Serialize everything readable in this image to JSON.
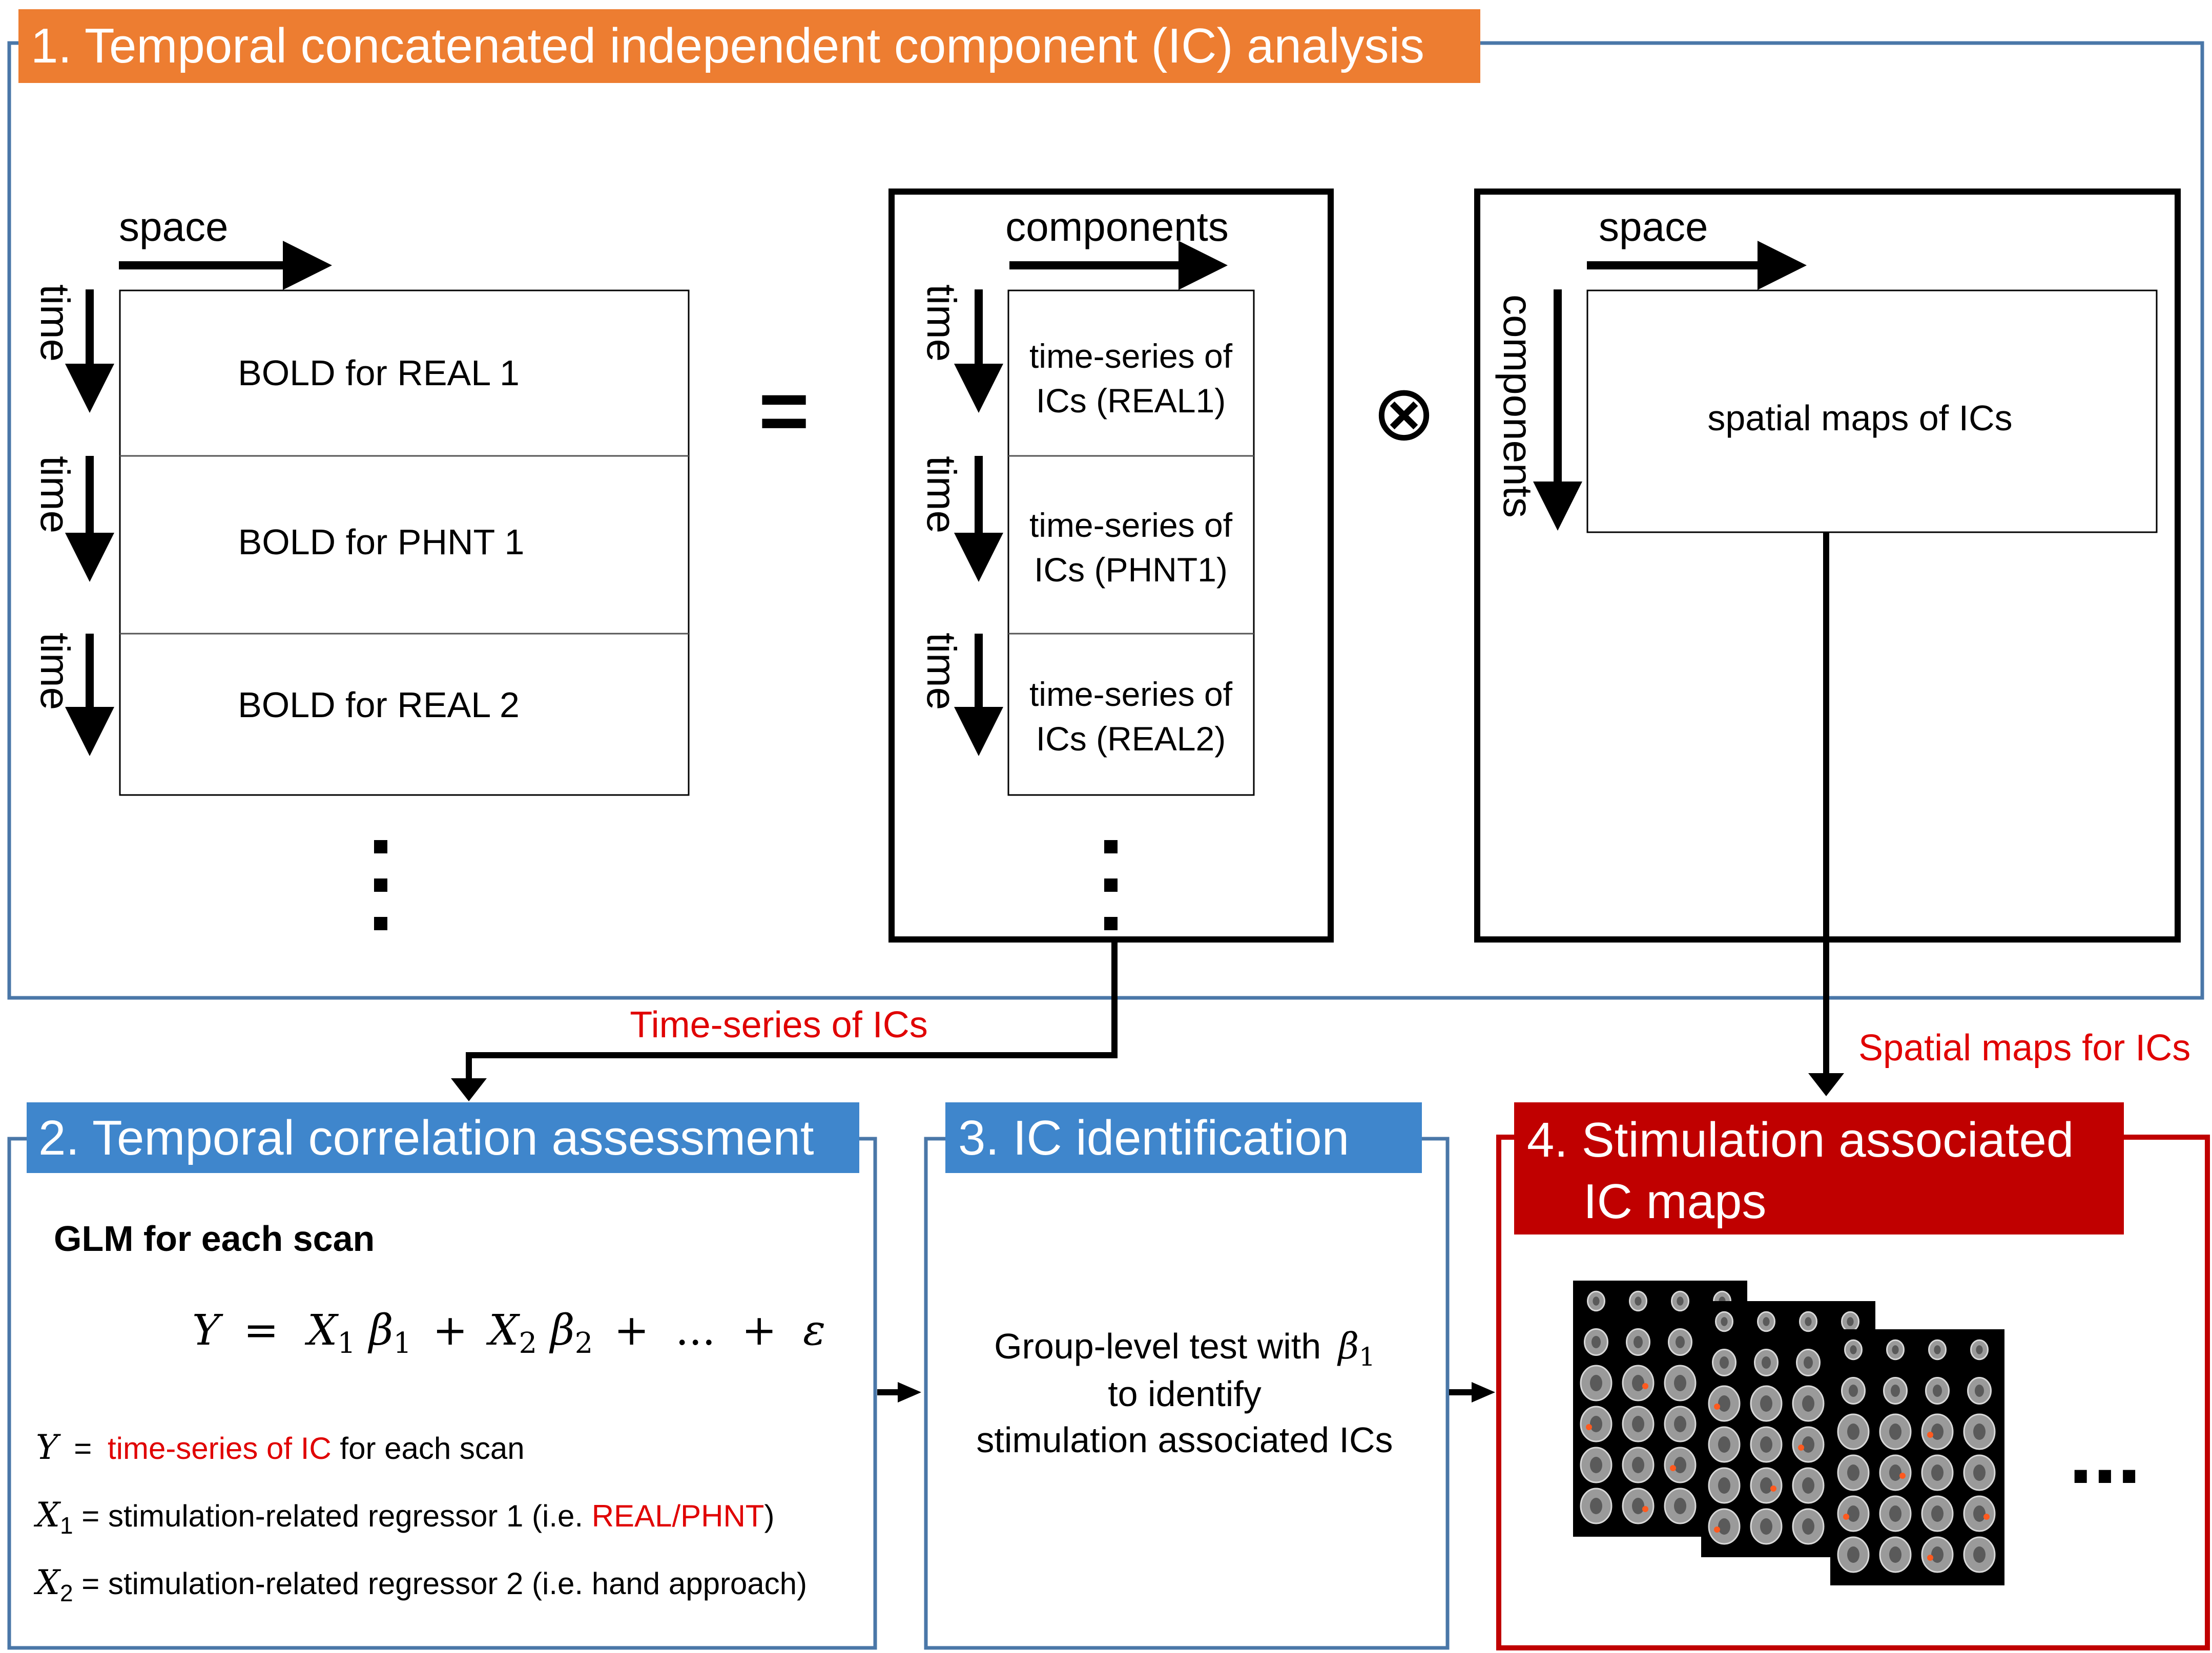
{
  "colors": {
    "orange": "#ED7D31",
    "blue_frame": "#4A77A8",
    "blue_header": "#3F86CC",
    "red_frame": "#C00000",
    "red_text": "#E00000",
    "black": "#000000"
  },
  "section1": {
    "title": "1. Temporal concatenated independent component (IC) analysis",
    "bold_matrix": {
      "top_label": "space",
      "side_labels": [
        "time",
        "time",
        "time"
      ],
      "rows": [
        "BOLD for REAL 1",
        "BOLD for PHNT 1",
        "BOLD for REAL 2"
      ]
    },
    "equals": "=",
    "ts_matrix": {
      "top_label": "components",
      "side_labels": [
        "time",
        "time",
        "time"
      ],
      "rows": [
        {
          "line1": "time-series of",
          "line2": "ICs (REAL1)"
        },
        {
          "line1": "time-series of",
          "line2": "ICs (PHNT1)"
        },
        {
          "line1": "time-series of",
          "line2": "ICs (REAL2)"
        }
      ]
    },
    "operator": "⊗",
    "spatial_matrix": {
      "top_label": "space",
      "side_label": "components",
      "content": "spatial maps of ICs"
    }
  },
  "connectors": {
    "ts_label": "Time-series of ICs",
    "spatial_label": "Spatial maps for ICs"
  },
  "section2": {
    "title": "2. Temporal correlation assessment",
    "glm_heading": "GLM for each scan",
    "equation": {
      "lhs": "Y",
      "eq": "=",
      "x1": "X",
      "x1_sub": "1",
      "b1": "β",
      "b1_sub": "1",
      "plus1": "+",
      "x2": "X",
      "x2_sub": "2",
      "b2": "β",
      "b2_sub": "2",
      "plus2": "+",
      "dots": "...",
      "plus3": "+",
      "eps": "ε"
    },
    "defs": [
      {
        "sym": "Y",
        "sub": "",
        "eq": "=",
        "red": "time-series of IC",
        "pre": "",
        "post": " for each scan",
        "close": ""
      },
      {
        "sym": "X",
        "sub": "1",
        "eq": "=",
        "pre": " stimulation-related regressor 1 (i.e. ",
        "red": "REAL/PHNT",
        "post": "",
        "close": ")"
      },
      {
        "sym": "X",
        "sub": "2",
        "eq": "=",
        "pre": " stimulation-related regressor 2 (i.e. hand approach)",
        "red": "",
        "post": "",
        "close": ""
      }
    ]
  },
  "section3": {
    "title": "3. IC identification",
    "line1": "Group-level test with",
    "beta": "β",
    "beta_sub": "1",
    "line2": "to identify",
    "line3": "stimulation associated ICs"
  },
  "section4": {
    "title_line1": "4. Stimulation associated",
    "title_line2": "IC maps",
    "ellipsis": "..."
  }
}
